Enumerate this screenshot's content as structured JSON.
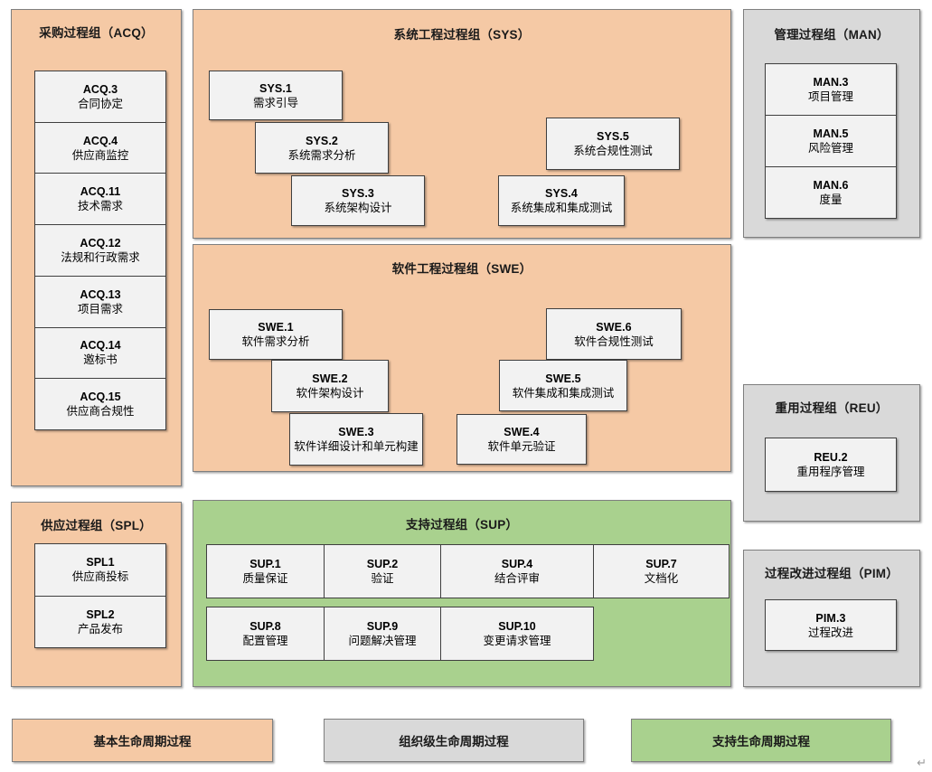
{
  "groups": {
    "acq": {
      "title": "采购过程组（ACQ）",
      "color": "#f5c9a5",
      "items": [
        {
          "code": "ACQ.3",
          "name": "合同协定"
        },
        {
          "code": "ACQ.4",
          "name": "供应商监控"
        },
        {
          "code": "ACQ.11",
          "name": "技术需求"
        },
        {
          "code": "ACQ.12",
          "name": "法规和行政需求"
        },
        {
          "code": "ACQ.13",
          "name": "项目需求"
        },
        {
          "code": "ACQ.14",
          "name": "邀标书"
        },
        {
          "code": "ACQ.15",
          "name": "供应商合规性"
        }
      ]
    },
    "sys": {
      "title": "系统工程过程组（SYS）",
      "color": "#f5c9a5",
      "items": [
        {
          "code": "SYS.1",
          "name": "需求引导"
        },
        {
          "code": "SYS.2",
          "name": "系统需求分析"
        },
        {
          "code": "SYS.3",
          "name": "系统架构设计"
        },
        {
          "code": "SYS.5",
          "name": "系统合规性测试"
        },
        {
          "code": "SYS.4",
          "name": "系统集成和集成测试"
        }
      ]
    },
    "swe": {
      "title": "软件工程过程组（SWE）",
      "color": "#f5c9a5",
      "items": [
        {
          "code": "SWE.1",
          "name": "软件需求分析"
        },
        {
          "code": "SWE.2",
          "name": "软件架构设计"
        },
        {
          "code": "SWE.3",
          "name": "软件详细设计和单元构建"
        },
        {
          "code": "SWE.6",
          "name": "软件合规性测试"
        },
        {
          "code": "SWE.5",
          "name": "软件集成和集成测试"
        },
        {
          "code": "SWE.4",
          "name": "软件单元验证"
        }
      ]
    },
    "man": {
      "title": "管理过程组（MAN）",
      "color": "#d9d9d9",
      "items": [
        {
          "code": "MAN.3",
          "name": "项目管理"
        },
        {
          "code": "MAN.5",
          "name": "风险管理"
        },
        {
          "code": "MAN.6",
          "name": "度量"
        }
      ]
    },
    "reu": {
      "title": "重用过程组（REU）",
      "color": "#d9d9d9",
      "items": [
        {
          "code": "REU.2",
          "name": "重用程序管理"
        }
      ]
    },
    "pim": {
      "title": "过程改进过程组（PIM）",
      "color": "#d9d9d9",
      "items": [
        {
          "code": "PIM.3",
          "name": "过程改进"
        }
      ]
    },
    "spl": {
      "title": "供应过程组（SPL）",
      "color": "#f5c9a5",
      "items": [
        {
          "code": "SPL1",
          "name": "供应商投标"
        },
        {
          "code": "SPL2",
          "name": "产品发布"
        }
      ]
    },
    "sup": {
      "title": "支持过程组（SUP）",
      "color": "#a9d18e",
      "items": [
        {
          "code": "SUP.1",
          "name": "质量保证"
        },
        {
          "code": "SUP.2",
          "name": "验证"
        },
        {
          "code": "SUP.4",
          "name": "结合评审"
        },
        {
          "code": "SUP.7",
          "name": "文档化"
        },
        {
          "code": "SUP.8",
          "name": "配置管理"
        },
        {
          "code": "SUP.9",
          "name": "问题解决管理"
        },
        {
          "code": "SUP.10",
          "name": "变更请求管理"
        }
      ]
    }
  },
  "legend": [
    {
      "label": "基本生命周期过程",
      "color": "#f5c9a5"
    },
    {
      "label": "组织级生命周期过程",
      "color": "#d9d9d9"
    },
    {
      "label": "支持生命周期过程",
      "color": "#a9d18e"
    }
  ],
  "marks": {
    "paragraph_mark": "↵"
  }
}
